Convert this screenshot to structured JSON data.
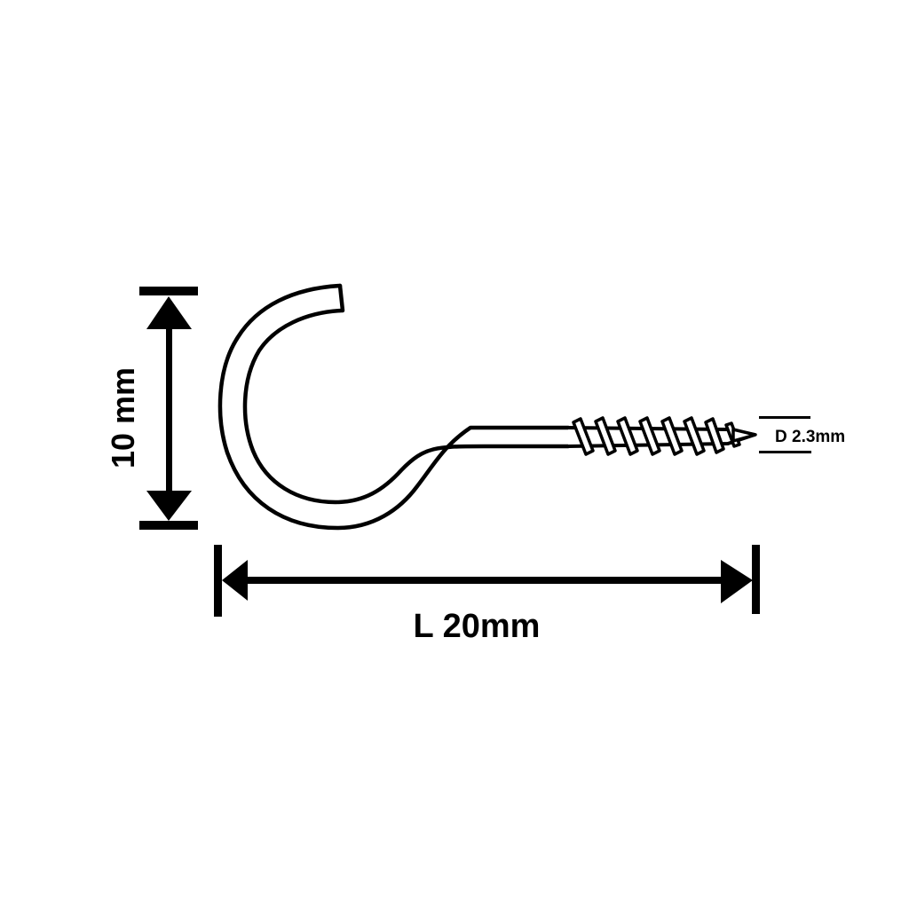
{
  "diagram": {
    "subject": "Screw-in cup hook",
    "colors": {
      "background": "#ffffff",
      "ink": "#000000"
    },
    "dimensions": {
      "height": {
        "label": "10 mm",
        "value": 10,
        "unit": "mm",
        "orientation": "vertical"
      },
      "length": {
        "label": "L 20mm",
        "value": 20,
        "unit": "mm",
        "orientation": "horizontal"
      },
      "diameter": {
        "label": "D 2.3mm",
        "value": 2.3,
        "unit": "mm",
        "orientation": "thread diameter"
      }
    },
    "parts": [
      "hook-curve",
      "shank",
      "threaded-screw",
      "pointed-tip"
    ]
  }
}
